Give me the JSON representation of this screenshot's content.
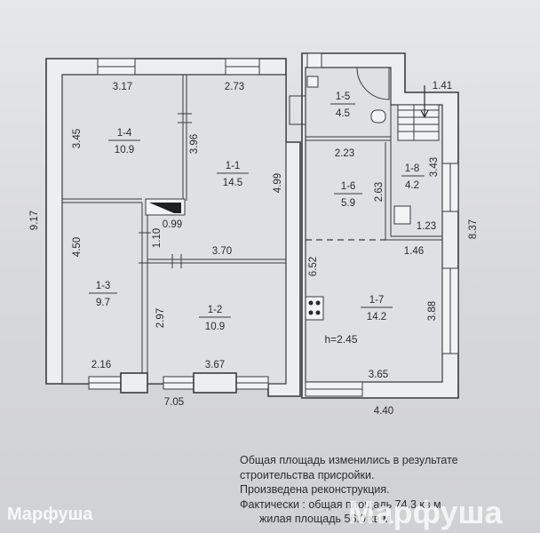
{
  "rooms": [
    {
      "id": "1-4",
      "area": "10.9"
    },
    {
      "id": "1-1",
      "area": "14.5"
    },
    {
      "id": "1-5",
      "area": "4.5"
    },
    {
      "id": "1-6",
      "area": "5.9"
    },
    {
      "id": "1-8",
      "area": "4.2"
    },
    {
      "id": "1-3",
      "area": "9.7"
    },
    {
      "id": "1-2",
      "area": "10.9"
    },
    {
      "id": "1-7",
      "area": "14.2"
    }
  ],
  "dimensions": {
    "top_left_width": "3.17",
    "top_mid_width": "2.73",
    "stair_width": "1.41",
    "left_total_height": "9.17",
    "room14_height": "3.45",
    "room11_height": "3.96",
    "room11_right_height": "4.99",
    "closet_width": "0.99",
    "closet_height": "1.10",
    "room13_height": "4.50",
    "room12_width": "3.70",
    "room12_height": "2.97",
    "bottom_left_width": "2.16",
    "bottom_mid_width": "3.67",
    "bottom_total_width": "7.05",
    "room15_width": "2.23",
    "room16_height": "2.63",
    "room18_height": "3.43",
    "room18_width": "1.23",
    "right_total_height": "8.37",
    "room17_top_width": "1.46",
    "room17_left_height": "6.52",
    "room17_right_height": "3.88",
    "ceiling_height": "h=2.45",
    "bottom_right_width": "3.65",
    "extension_width": "4.40"
  },
  "note": {
    "lines": [
      "Общая площадь изменились в результате",
      "строительства присройки.",
      "Произведена реконструкция.",
      "Фактически : общая площадь  74.3 кв.м",
      "жилая площадь  56.0 кв.м"
    ]
  },
  "watermarks": {
    "small": "Марфуша",
    "large": "Марфуша"
  }
}
